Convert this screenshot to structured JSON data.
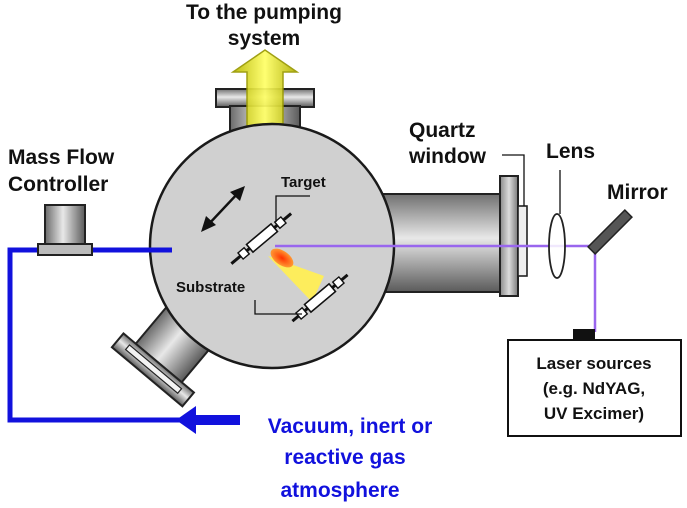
{
  "labels": {
    "pumping_line1": "To the pumping",
    "pumping_line2": "system",
    "mfc_line1": "Mass Flow",
    "mfc_line2": "Controller",
    "quartz_line1": "Quartz",
    "quartz_line2": "window",
    "lens": "Lens",
    "mirror": "Mirror",
    "target": "Target",
    "substrate": "Substrate",
    "laser_line1": "Laser sources",
    "laser_line2": "(e.g. NdYAG,",
    "laser_line3": "UV Excimer)",
    "gas_line1": "Vacuum, inert or",
    "gas_line2": "reactive gas",
    "gas_line3": "atmosphere"
  },
  "colors": {
    "gas_line": "#1111dd",
    "laser_beam": "#9966ee",
    "pump_arrow": "#dddd22",
    "plume": "#ffee55",
    "plasma": "#ff5511",
    "chamber": "#d0d0d0"
  }
}
